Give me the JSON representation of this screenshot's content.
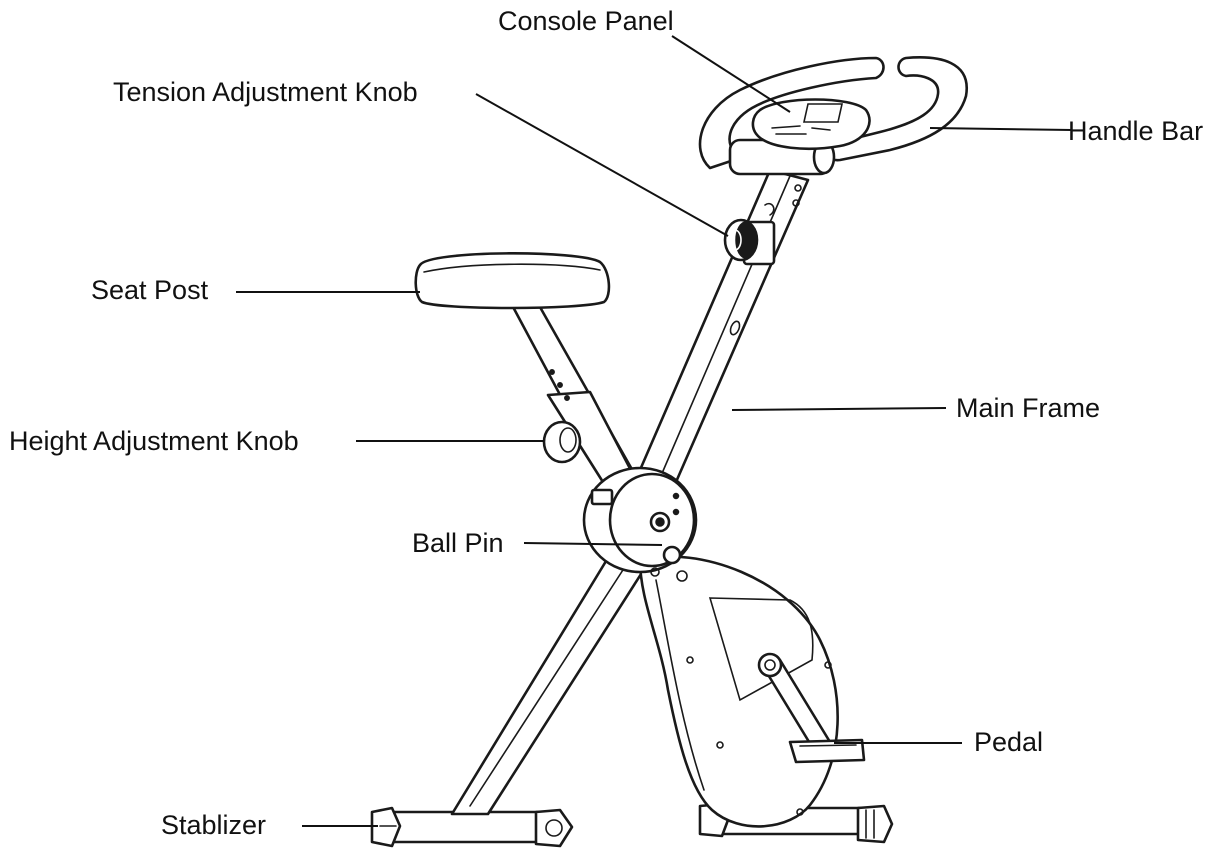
{
  "diagram": {
    "labels": {
      "console_panel": "Console Panel",
      "tension_adjustment_knob": "Tension Adjustment Knob",
      "handle_bar": "Handle Bar",
      "seat_post": "Seat Post",
      "main_frame": "Main Frame",
      "height_adjustment_knob": "Height Adjustment Knob",
      "ball_pin": "Ball Pin",
      "pedal": "Pedal",
      "stablizer": "Stablizer"
    }
  }
}
